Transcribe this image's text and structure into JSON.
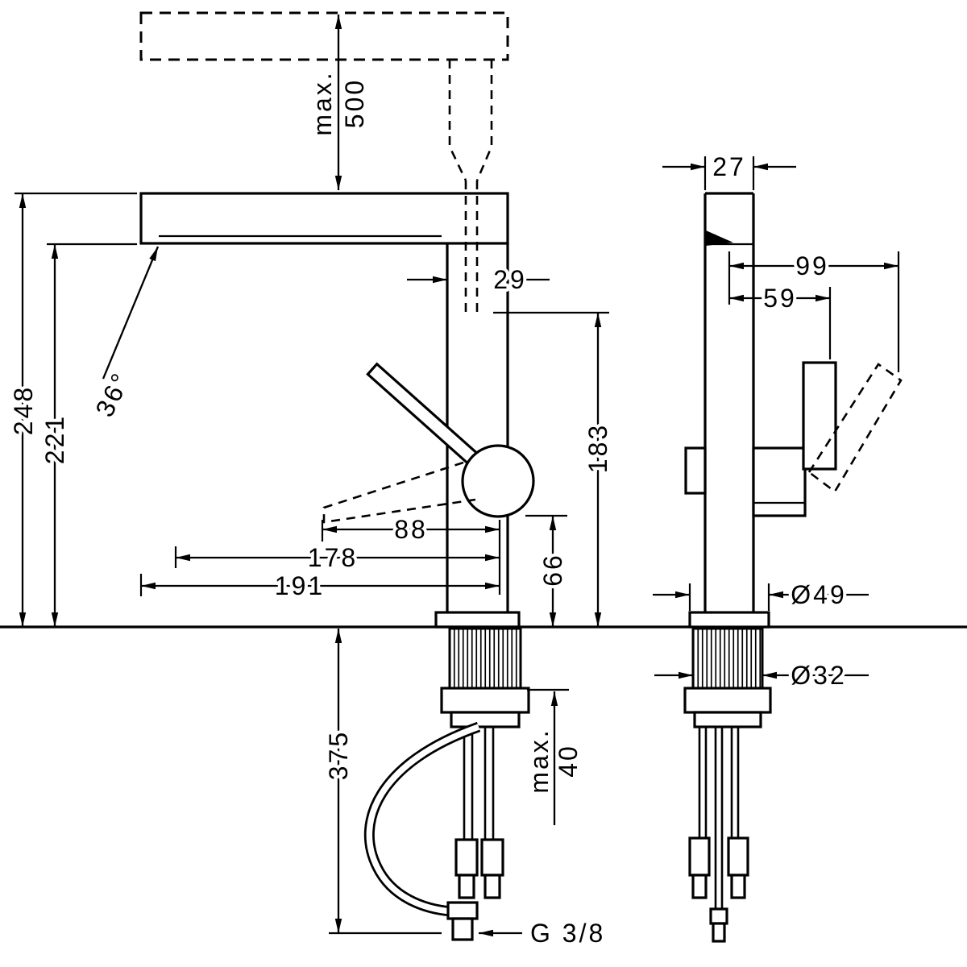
{
  "page": {
    "background": "#ffffff",
    "line_color": "#000000"
  },
  "front_view": {
    "max_pullout_word": "max.",
    "max_pullout_value": "500",
    "spout_width": "29",
    "total_height": "248",
    "spout_height": "221",
    "outlet_height": "183",
    "handle_offset": "88",
    "reach_inner": "178",
    "reach_total": "191",
    "handle_clearance": "66",
    "handle_angle": "36°",
    "hose_length": "375",
    "mount_max_word": "max.",
    "mount_max_value": "40",
    "supply_thread": "G 3/8"
  },
  "side_view": {
    "body_depth": "27",
    "handle_length": "99",
    "handle_front_offset": "59",
    "base_diameter": "Ø49",
    "shank_diameter": "Ø32"
  }
}
